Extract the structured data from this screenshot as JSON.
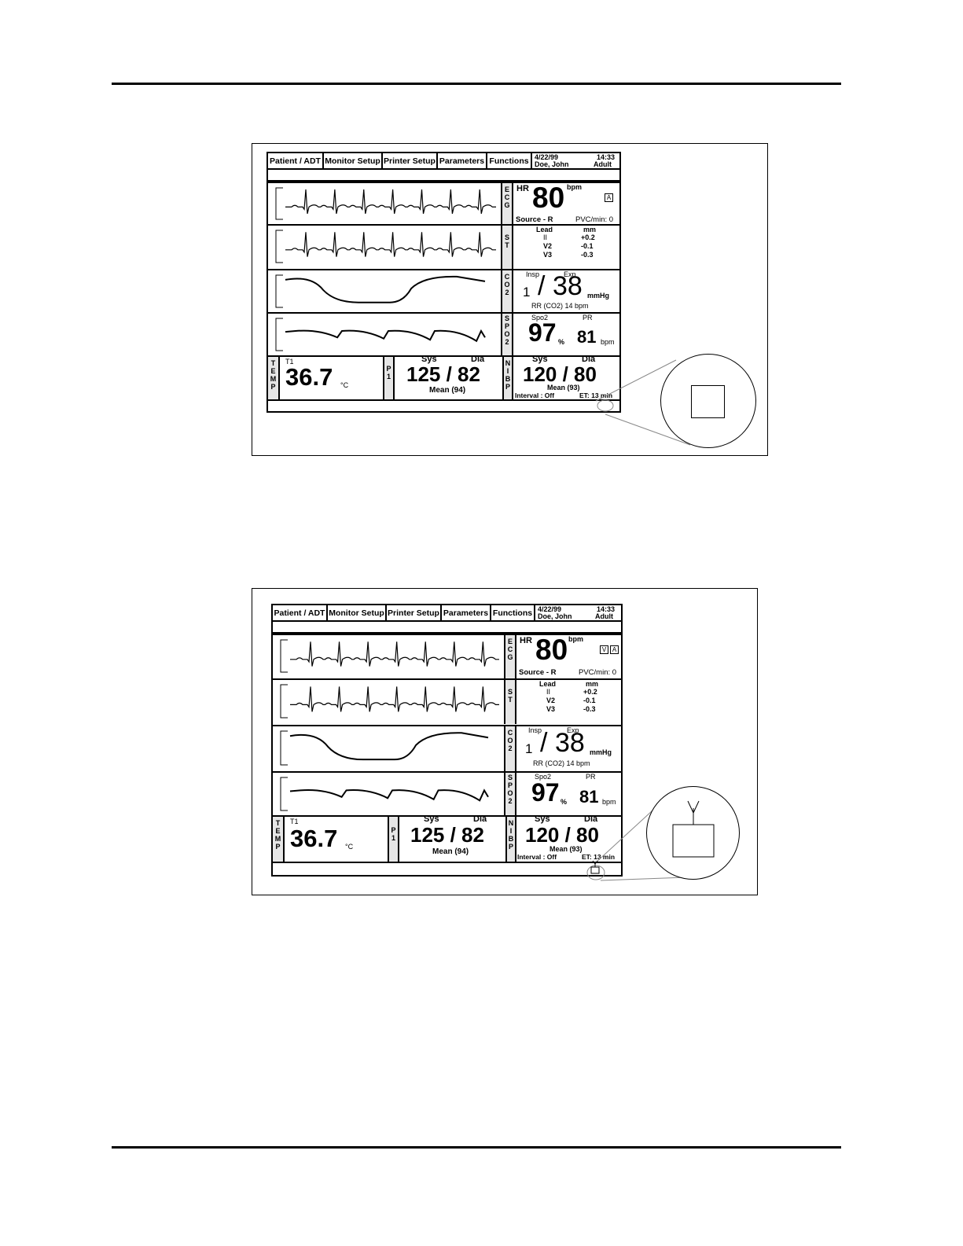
{
  "screens": [
    {
      "menu": [
        "Patient / ADT",
        "Monitor Setup",
        "Printer Setup",
        "Parameters",
        "Functions"
      ],
      "date": "4/22/99",
      "time": "14:33",
      "patient": "Doe, John",
      "patient_type": "Adult",
      "ecg": {
        "label": "ECG",
        "hr_label": "HR",
        "hr": "80",
        "unit": "bpm",
        "indicators": [
          "A"
        ],
        "source": "Source - R",
        "pvc": "PVC/min: 0"
      },
      "st": {
        "label": "ST",
        "lead_hdr": "Lead",
        "mm_hdr": "mm",
        "leads": [
          "II",
          "V2",
          "V3"
        ],
        "values": [
          "+0.2",
          "-0.1",
          "-0.3"
        ]
      },
      "co2": {
        "label": "CO2",
        "insp_label": "Insp",
        "exp_label": "Exp",
        "insp": "1",
        "slash": "/",
        "exp": "38",
        "unit": "mmHg",
        "rr": "RR (CO2) 14 bpm"
      },
      "spo2": {
        "label": "SPO2",
        "spo2_label": "Spo2",
        "pr_label": "PR",
        "spo2": "97",
        "spo2_unit": "%",
        "pr": "81",
        "pr_unit": "bpm"
      },
      "temp": {
        "label": "TEMP",
        "channel": "T1",
        "value": "36.7",
        "unit": "°C"
      },
      "p1": {
        "label": "P1",
        "sys_label": "Sys",
        "dia_label": "Dia",
        "value": "125 / 82",
        "mean": "Mean (94)"
      },
      "nibp": {
        "label": "NIBP",
        "sys_label": "Sys",
        "dia_label": "Dia",
        "value": "120 / 80",
        "mean": "Mean (93)",
        "interval": "Interval : Off",
        "et": "ET: 13 min"
      }
    },
    {
      "menu": [
        "Patient / ADT",
        "Monitor Setup",
        "Printer Setup",
        "Parameters",
        "Functions"
      ],
      "date": "4/22/99",
      "time": "14:33",
      "patient": "Doe, John",
      "patient_type": "Adult",
      "ecg": {
        "label": "ECG",
        "hr_label": "HR",
        "hr": "80",
        "unit": "bpm",
        "indicators": [
          "V",
          "A"
        ],
        "source": "Source - R",
        "pvc": "PVC/min: 0"
      },
      "st": {
        "label": "ST",
        "lead_hdr": "Lead",
        "mm_hdr": "mm",
        "leads": [
          "II",
          "V2",
          "V3"
        ],
        "values": [
          "+0.2",
          "-0.1",
          "-0.3"
        ]
      },
      "co2": {
        "label": "CO2",
        "insp_label": "Insp",
        "exp_label": "Exp",
        "insp": "1",
        "slash": "/",
        "exp": "38",
        "unit": "mmHg",
        "rr": "RR (CO2) 14 bpm"
      },
      "spo2": {
        "label": "SPO2",
        "spo2_label": "Spo2",
        "pr_label": "PR",
        "spo2": "97",
        "spo2_unit": "%",
        "pr": "81",
        "pr_unit": "bpm"
      },
      "temp": {
        "label": "TEMP",
        "channel": "T1",
        "value": "36.7",
        "unit": "°C"
      },
      "p1": {
        "label": "P1",
        "sys_label": "Sys",
        "dia_label": "Dia",
        "value": "125 / 82",
        "mean": "Mean (94)"
      },
      "nibp": {
        "label": "NIBP",
        "sys_label": "Sys",
        "dia_label": "Dia",
        "value": "120 / 80",
        "mean": "Mean (93)",
        "interval": "Interval : Off",
        "et": "ET: 13 min"
      }
    }
  ],
  "icons": {
    "callout_1": "status-box-icon",
    "callout_2": "antenna-box-icon"
  }
}
